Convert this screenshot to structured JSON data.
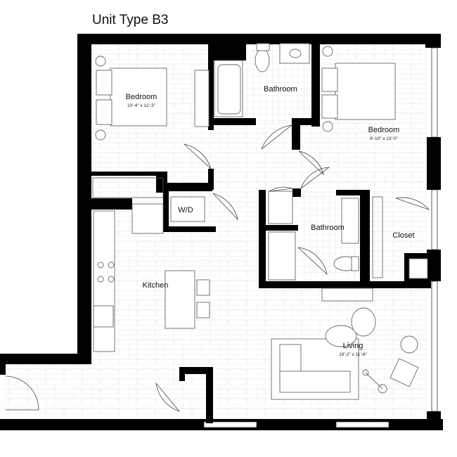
{
  "title": "Unit Type B3",
  "rooms": [
    {
      "id": "bedroom-1",
      "label": "Bedroom",
      "dimensions": "10'-4\" x 12'-3\""
    },
    {
      "id": "bathroom-1",
      "label": "Bathroom"
    },
    {
      "id": "bedroom-2",
      "label": "Bedroom",
      "dimensions": "9'-10\" x 13'-0\""
    },
    {
      "id": "wd",
      "label": "W/D"
    },
    {
      "id": "bathroom-2",
      "label": "Bathroom"
    },
    {
      "id": "closet",
      "label": "Closet"
    },
    {
      "id": "kitchen",
      "label": "Kitchen"
    },
    {
      "id": "living",
      "label": "Living",
      "dimensions": "19'-2\" x 11'-6\""
    }
  ]
}
